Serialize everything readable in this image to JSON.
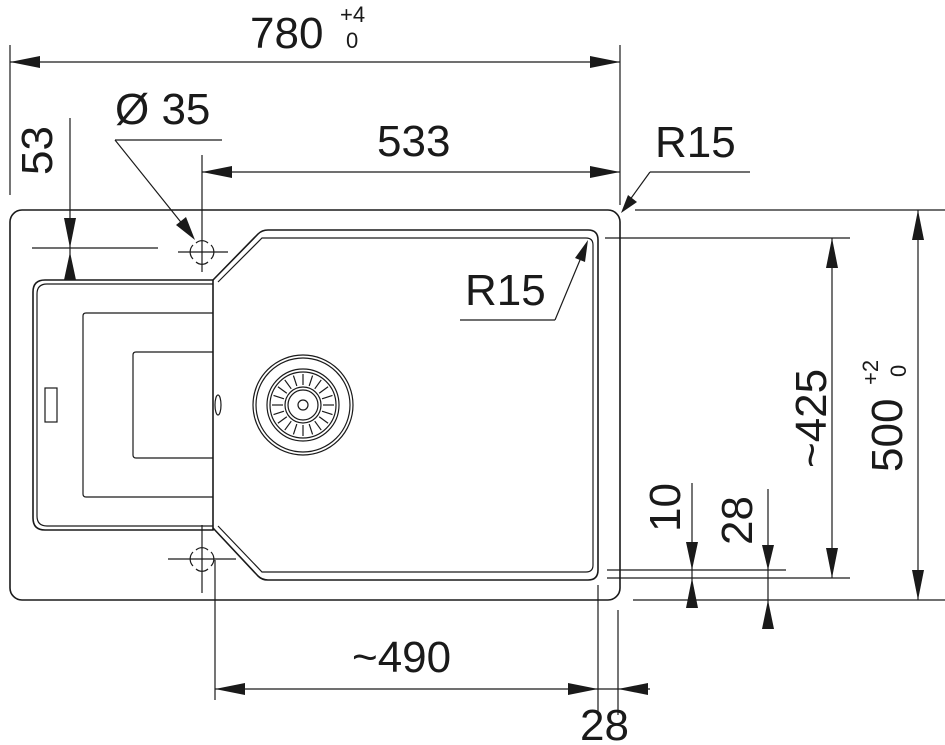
{
  "title": "Sink dimension drawing",
  "dimensions": {
    "overall_width": {
      "value": "780",
      "tol_upper": "+4",
      "tol_lower": "0"
    },
    "hole_diameter": "Ø 35",
    "hole_to_edge": "533",
    "outer_radius": "R15",
    "hole_offset": "53",
    "bowl_radius": "R15",
    "bowl_length": "~425",
    "overall_depth": {
      "value": "500",
      "tol_upper": "+2",
      "tol_lower": "0"
    },
    "rim_10": "10",
    "rim_28_vertical": "28",
    "bowl_width": "~490",
    "rim_28_horizontal": "28"
  },
  "colors": {
    "line": "#1a1a1a",
    "background": "#ffffff"
  }
}
